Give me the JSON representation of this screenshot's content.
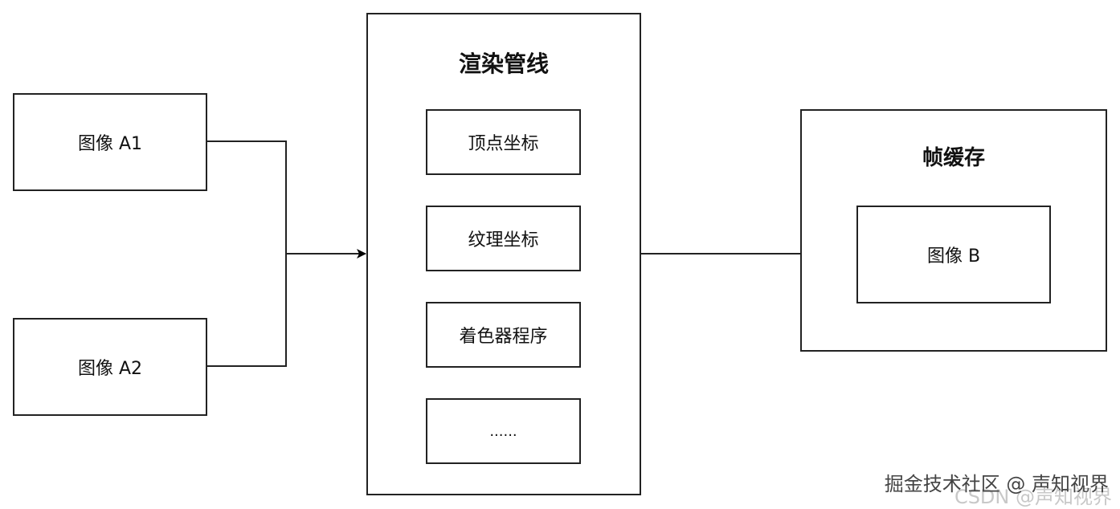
{
  "inputs": {
    "image_a1": "图像 A1",
    "image_a2": "图像 A2"
  },
  "pipeline": {
    "title": "渲染管线",
    "items": [
      "顶点坐标",
      "纹理坐标",
      "着色器程序",
      "......"
    ]
  },
  "framebuffer": {
    "title": "帧缓存",
    "image_b": "图像 B"
  },
  "watermark": {
    "primary": "掘金技术社区 @ 声知视界",
    "secondary": "CSDN @声知视界"
  },
  "colors": {
    "stroke": "#222222",
    "background": "#ffffff"
  }
}
